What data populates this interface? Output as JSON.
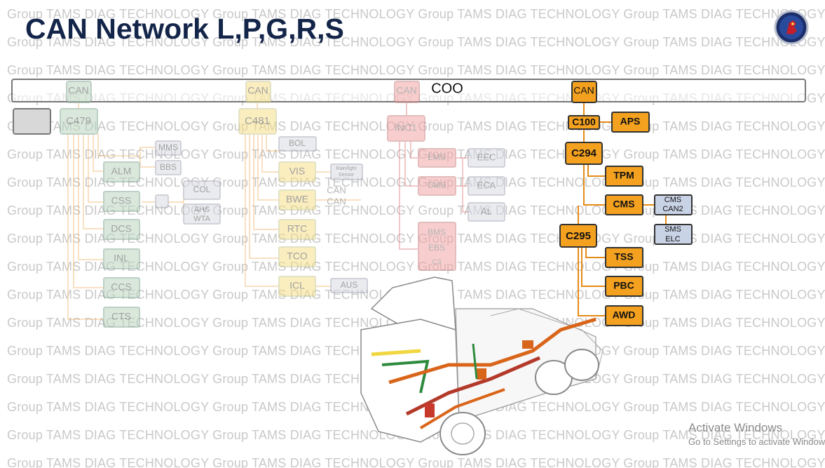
{
  "title": "CAN Network L,P,G,R,S",
  "watermark": "Group TAMS DIAG TECHNOLOGY",
  "logo_icon": "scania-griffin-icon",
  "activation": {
    "line1": "Activate Windows",
    "line2": "Go to Settings to activate Windows."
  },
  "colors": {
    "bus": "#777777",
    "green": "#bcd6c0",
    "yellow": "#f6e08a",
    "red": "#f3a6a6",
    "orange": "#f4a11f",
    "blue": "#c9d3e6",
    "gray": "#d9dbe3"
  },
  "bus_label": "COO",
  "groups": {
    "green": {
      "can": "CAN",
      "nodes": {
        "c479": "C479",
        "mms": "MMS",
        "bbs": "BBS",
        "alm": "ALM",
        "css": "CSS",
        "col": "COL",
        "ahs": "AHS",
        "wta": "WTA",
        "dcs": "DCS",
        "inl": "INL",
        "ccs": "CCS",
        "cts": "CTS"
      }
    },
    "yellow": {
      "can": "CAN",
      "nodes": {
        "c481": "C481",
        "bol": "BOL",
        "vis": "VIS",
        "rain1": "Rain/light",
        "rain2": "Sensor",
        "bwe": "BWE",
        "bwe_can1": "CAN",
        "bwe_can2": "CAN",
        "rtc": "RTC",
        "tco": "TCO",
        "icl": "ICL",
        "aus": "AUS"
      }
    },
    "red": {
      "can": "CAN",
      "nodes": {
        "inc1": "INC1",
        "ems": "EMS",
        "gms": "GMS",
        "eec": "EEC",
        "eca": "ECA",
        "al": "AL",
        "bms": "BMS",
        "ebs": "EBS",
        "c3": "C3"
      }
    },
    "orange": {
      "can": "CAN",
      "nodes": {
        "c100": "C100",
        "aps": "APS",
        "c294": "C294",
        "tpm": "TPM",
        "cms": "CMS",
        "cms_can2_a": "CMS",
        "cms_can2_b": "CAN2",
        "sms_a": "SMS",
        "sms_b": "ELC",
        "c295": "C295",
        "tss": "TSS",
        "pbc": "PBC",
        "awd": "AWD"
      }
    }
  }
}
